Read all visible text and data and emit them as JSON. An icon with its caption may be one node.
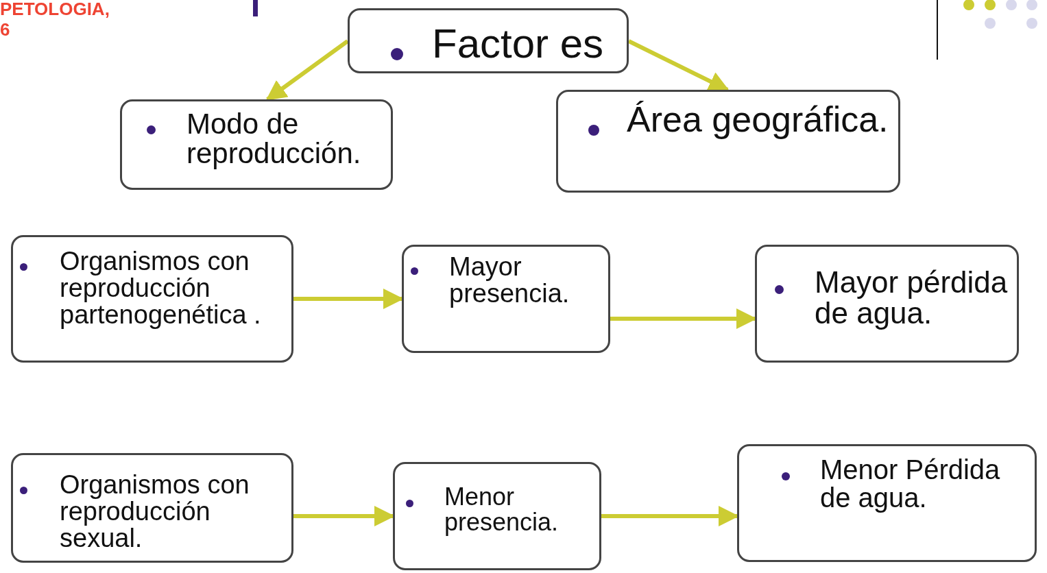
{
  "diagram": {
    "nodes": [
      {
        "text": [
          "Factor es"
        ]
      },
      {
        "text": [
          "Modo de reproducción."
        ]
      },
      {
        "text": [
          "Área geográfica."
        ]
      },
      {
        "text": [
          "Organismos con reproducción partenogenética ."
        ]
      },
      {
        "text": [
          "Mayor presencia."
        ]
      },
      {
        "text": [
          "Mayor pérdida de agua."
        ]
      },
      {
        "text": [
          "Organismos con reproducción sexual."
        ]
      },
      {
        "text": [
          "Menor presencia."
        ]
      },
      {
        "text": [
          "Menor Pérdida de agua."
        ]
      }
    ],
    "edges": [
      {
        "from": 0,
        "to": 1,
        "arrow": "to",
        "color": "#cccc33"
      },
      {
        "from": 0,
        "to": 2,
        "arrow": "to",
        "color": "#cccc33"
      },
      {
        "from": 3,
        "to": 4,
        "arrow": "to",
        "color": "#cccc33"
      },
      {
        "from": 4,
        "to": 5,
        "arrow": "to",
        "color": "#cccc33"
      },
      {
        "from": 6,
        "to": 7,
        "arrow": "to",
        "color": "#cccc33"
      },
      {
        "from": 7,
        "to": 8,
        "arrow": "to",
        "color": "#cccc33"
      }
    ],
    "labels": [
      "PETOLOGIA,",
      "6"
    ]
  }
}
